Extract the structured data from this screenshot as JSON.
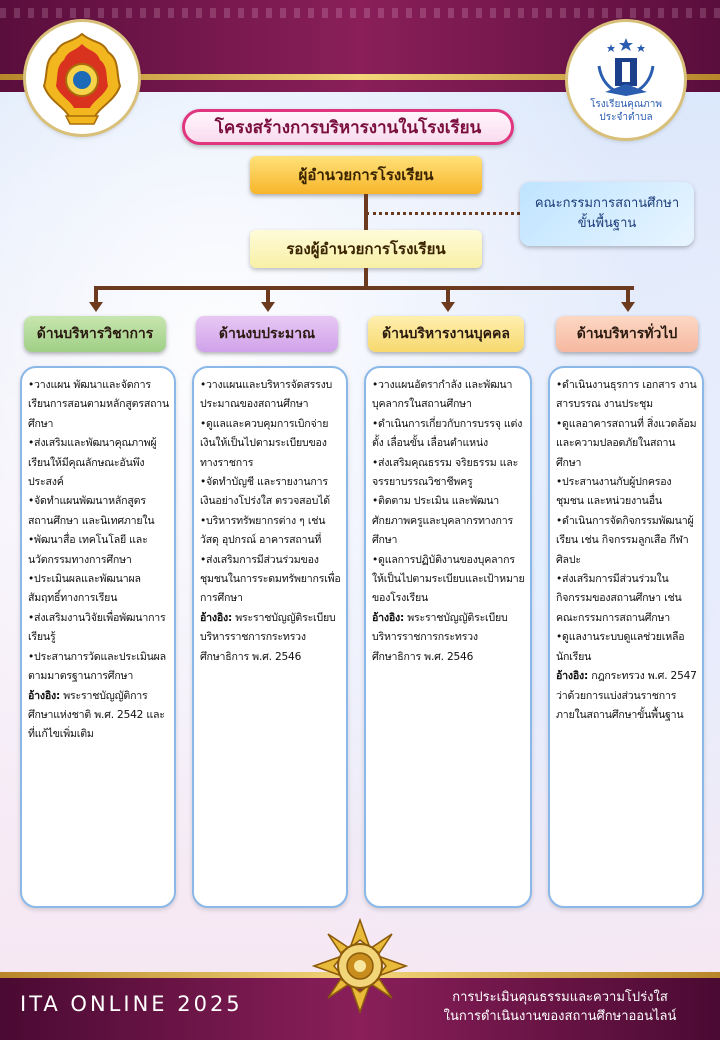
{
  "header": {
    "title": "โครงสร้างการบริหารงานในโรงเรียน",
    "right_logo_line1": "โรงเรียนคุณภาพ",
    "right_logo_line2": "ประจำตำบล",
    "left_logo_icon": "ministry-of-education-emblem-icon",
    "right_logo_icon": "quality-school-logo-icon"
  },
  "org": {
    "director": "ผู้อำนวยการโรงเรียน",
    "deputy": "รองผู้อำนวยการโรงเรียน",
    "committee_line1": "คณะกรรมการสถานศึกษา",
    "committee_line2": "ขั้นพื้นฐาน"
  },
  "departments": [
    {
      "name": "ด้านบริหารวิชาการ",
      "items": [
        "•วางแผน พัฒนาและจัดการเรียนการสอนตามหลักสูตรสถานศึกษา",
        "•ส่งเสริมและพัฒนาคุณภาพผู้เรียนให้มีคุณลักษณะอันพึงประสงค์",
        "•จัดทำแผนพัฒนาหลักสูตรสถานศึกษา และนิเทศภายใน",
        "•พัฒนาสื่อ เทคโนโลยี และนวัตกรรมทางการศึกษา",
        "•ประเมินผลและพัฒนาผลสัมฤทธิ์ทางการเรียน",
        "•ส่งเสริมงานวิจัยเพื่อพัฒนาการเรียนรู้",
        "•ประสานการวัดและประเมินผลตามมาตรฐานการศึกษา"
      ],
      "ref_label": "อ้างอิง:",
      "ref_text": " พระราชบัญญัติการศึกษาแห่งชาติ พ.ศ. 2542 และที่แก้ไขเพิ่มเติม"
    },
    {
      "name": "ด้านงบประมาณ",
      "items": [
        "•วางแผนและบริหารจัดสรรงบประมาณของสถานศึกษา",
        "•ดูแลและควบคุมการเบิกจ่ายเงินให้เป็นไปตามระเบียบของทางราชการ",
        "•จัดทำบัญชี และรายงานการเงินอย่างโปร่งใส ตรวจสอบได้",
        "•บริหารทรัพยากรต่าง ๆ เช่น วัสดุ อุปกรณ์ อาคารสถานที่",
        "•ส่งเสริมการมีส่วนร่วมของชุมชนในการระดมทรัพยากรเพื่อการศึกษา"
      ],
      "ref_label": "อ้างอิง:",
      "ref_text": " พระราชบัญญัติระเบียบบริหารราชการกระทรวงศึกษาธิการ พ.ศ. 2546"
    },
    {
      "name": "ด้านบริหารงานบุคคล",
      "items": [
        "•วางแผนอัตรากำลัง และพัฒนาบุคลากรในสถานศึกษา",
        "•ดำเนินการเกี่ยวกับการบรรจุ แต่งตั้ง เลื่อนขั้น เลื่อนตำแหน่ง",
        "•ส่งเสริมคุณธรรม จริยธรรม และจรรยาบรรณวิชาชีพครู",
        "•ติดตาม ประเมิน และพัฒนาศักยภาพครูและบุคลากรทางการศึกษา",
        "•ดูแลการปฏิบัติงานของบุคลากรให้เป็นไปตามระเบียบและเป้าหมายของโรงเรียน"
      ],
      "ref_label": "อ้างอิง:",
      "ref_text": " พระราชบัญญัติระเบียบบริหารราชการกระทรวงศึกษาธิการ พ.ศ. 2546"
    },
    {
      "name": "ด้านบริหารทั่วไป",
      "items": [
        "•ดำเนินงานธุรการ เอกสาร งานสารบรรณ งานประชุม",
        "•ดูแลอาคารสถานที่ สิ่งแวดล้อม และความปลอดภัยในสถานศึกษา",
        "•ประสานงานกับผู้ปกครอง ชุมชน และหน่วยงานอื่น",
        "•ดำเนินการจัดกิจกรรมพัฒนาผู้เรียน เช่น กิจกรรมลูกเสือ กีฬา ศิลปะ",
        "•ส่งเสริมการมีส่วนร่วมในกิจกรรมของสถานศึกษา เช่น คณะกรรมการสถานศึกษา",
        "•ดูแลงานระบบดูแลช่วยเหลือนักเรียน"
      ],
      "ref_label": "อ้างอิง:",
      "ref_text": " กฎกระทรวง พ.ศ. 2547 ว่าด้วยการแบ่งส่วนราชการภายในสถานศึกษาขั้นพื้นฐาน"
    }
  ],
  "footer": {
    "left": "ITA ONLINE 2025",
    "right_line1": "การประเมินคุณธรรมและความโปร่งใส",
    "right_line2": "ในการดำเนินงานของสถานศึกษาออนไลน์",
    "emblem_icon": "gold-flower-emblem-icon"
  },
  "colors": {
    "banner": "#8a1f5a",
    "gold": "#f4d67a",
    "title_border": "#e0357f",
    "connector": "#6b3a1f",
    "card_border": "#8ab8e8"
  }
}
